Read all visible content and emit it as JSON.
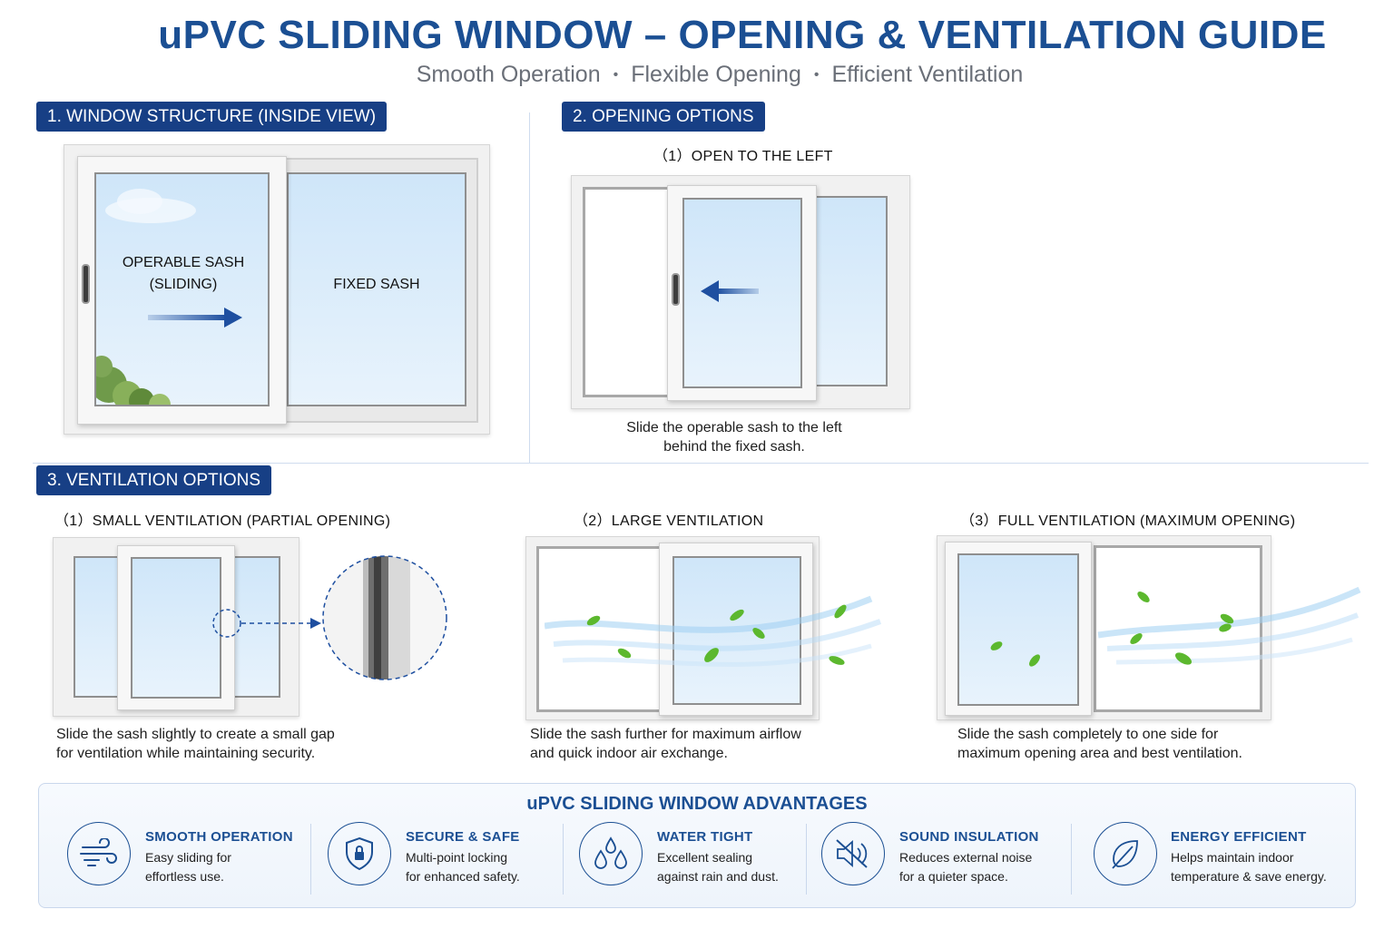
{
  "header": {
    "title": "uPVC SLIDING WINDOW – OPENING & VENTILATION GUIDE",
    "subtitle_items": [
      "Smooth Operation",
      "Flexible Opening",
      "Efficient Ventilation"
    ],
    "subtitle_separator": "•"
  },
  "section1": {
    "label": "1. WINDOW STRUCTURE (INSIDE VIEW)",
    "operable_line1": "OPERABLE SASH",
    "operable_line2": "(SLIDING)",
    "fixed": "FIXED SASH"
  },
  "section2": {
    "label": "2. OPENING OPTIONS",
    "option1_title": "（1）OPEN TO THE LEFT",
    "option1_caption_line1": "Slide the operable sash to the left",
    "option1_caption_line2": "behind the fixed sash."
  },
  "section3": {
    "label": "3. VENTILATION OPTIONS",
    "options": [
      {
        "title": "（1）SMALL VENTILATION (PARTIAL OPENING)",
        "caption_line1": "Slide the sash slightly to create a small gap",
        "caption_line2": "for ventilation while maintaining security."
      },
      {
        "title": "（2）LARGE VENTILATION",
        "caption_line1": "Slide the sash further for maximum airflow",
        "caption_line2": "and quick indoor air exchange."
      },
      {
        "title": "（3）FULL VENTILATION (MAXIMUM OPENING)",
        "caption_line1": "Slide the sash completely to one side for",
        "caption_line2": "maximum opening area and best ventilation."
      }
    ]
  },
  "advantages": {
    "title": "uPVC SLIDING WINDOW ADVANTAGES",
    "items": [
      {
        "icon": "wind-icon",
        "title": "SMOOTH OPERATION",
        "line1": "Easy sliding for",
        "line2": "effortless use."
      },
      {
        "icon": "shield-lock-icon",
        "title": "SECURE & SAFE",
        "line1": "Multi-point locking",
        "line2": "for enhanced safety."
      },
      {
        "icon": "water-drops-icon",
        "title": "WATER TIGHT",
        "line1": "Excellent sealing",
        "line2": "against rain and dust."
      },
      {
        "icon": "speaker-mute-icon",
        "title": "SOUND INSULATION",
        "line1": "Reduces external noise",
        "line2": "for a quieter space."
      },
      {
        "icon": "leaf-icon",
        "title": "ENERGY EFFICIENT",
        "line1": "Helps maintain indoor",
        "line2": "temperature & save energy."
      }
    ]
  },
  "colors": {
    "primary": "#1b4f93",
    "label_bg": "#173f85",
    "arrow": "#1e4fa0",
    "glass": "#d6eafb",
    "leaf": "#5cb82e"
  }
}
